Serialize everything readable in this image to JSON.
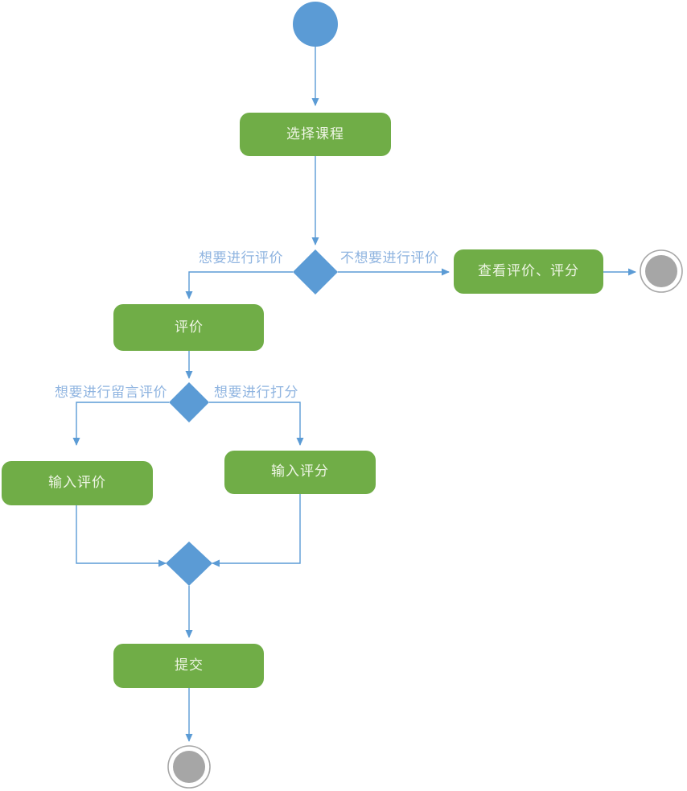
{
  "diagram": {
    "type": "activity-flowchart",
    "language": "zh-CN",
    "colors": {
      "process_fill": "#70ad47",
      "decision_fill": "#5b9bd5",
      "start_fill": "#5b9bd5",
      "end_fill": "#a6a6a6",
      "edge_stroke": "#5b9bd5",
      "node_text": "#eef5e4",
      "edge_label_text": "#8fb4e0"
    },
    "nodes": {
      "start": {
        "shape": "circle",
        "label": ""
      },
      "select_course": {
        "shape": "rounded-rect",
        "label": "选择课程"
      },
      "decision_evaluate": {
        "shape": "diamond",
        "label": ""
      },
      "view_reviews": {
        "shape": "rounded-rect",
        "label": "查看评价、评分"
      },
      "end_right": {
        "shape": "double-circle",
        "label": ""
      },
      "evaluate": {
        "shape": "rounded-rect",
        "label": "评价"
      },
      "decision_type": {
        "shape": "diamond",
        "label": ""
      },
      "input_comment": {
        "shape": "rounded-rect",
        "label": "输入评价"
      },
      "input_score": {
        "shape": "rounded-rect",
        "label": "输入评分"
      },
      "merge": {
        "shape": "diamond",
        "label": ""
      },
      "submit": {
        "shape": "rounded-rect",
        "label": "提交"
      },
      "end_bottom": {
        "shape": "double-circle",
        "label": ""
      }
    },
    "edge_labels": {
      "want_evaluate": "想要进行评价",
      "not_want_evaluate": "不想要进行评价",
      "want_comment": "想要进行留言评价",
      "want_score": "想要进行打分"
    }
  }
}
